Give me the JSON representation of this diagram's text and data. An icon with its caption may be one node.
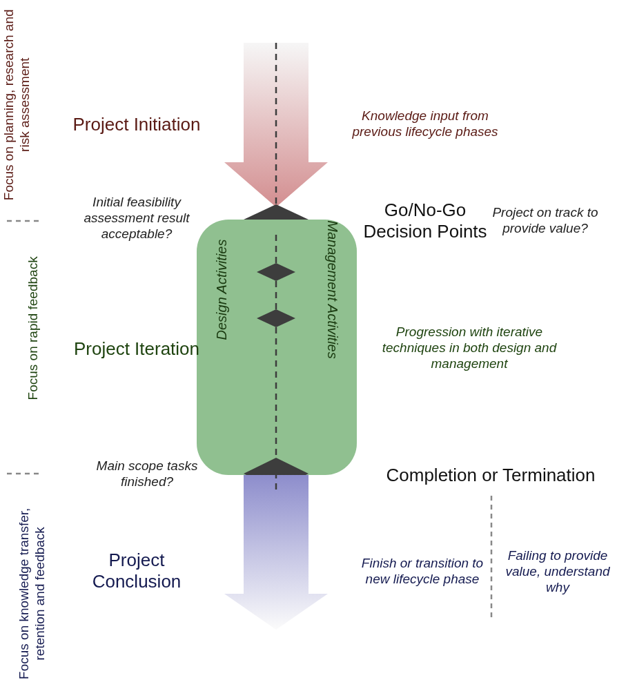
{
  "diagram": {
    "nodes": [
      {
        "text": [],
        "shape": "arrow"
      },
      {
        "text": [],
        "shape": "diamond"
      },
      {
        "text": [
          "Design Activities",
          "Management Activities"
        ]
      },
      {
        "text": [],
        "shape": "diamond",
        "in": 2
      },
      {
        "text": [],
        "shape": "diamond",
        "in": 2
      },
      {
        "text": [],
        "shape": "diamond"
      },
      {
        "text": [],
        "shape": "arrow"
      }
    ],
    "edges": [
      {
        "from": 0,
        "to": 1,
        "arrow": "none",
        "style": "dashed"
      },
      {
        "from": 1,
        "to": 3,
        "arrow": "none",
        "style": "dashed"
      },
      {
        "from": 3,
        "to": 4,
        "arrow": "none",
        "style": "dashed"
      },
      {
        "from": 4,
        "to": 5,
        "arrow": "none",
        "style": "dashed"
      },
      {
        "from": 5,
        "to": 6,
        "arrow": "none",
        "style": "dashed"
      }
    ],
    "labels": [
      "Focus on planning, research and risk assessment",
      "Project Initiation",
      "Knowledge input from previous lifecycle phases",
      "Initial feasibility assessment result acceptable?",
      "Go/No-Go Decision Points",
      "Project on track to provide value?",
      "Focus on rapid feedback",
      "Project Iteration",
      "Progression with iterative techniques in both design and management",
      "Main scope tasks finished?",
      "Completion or Termination",
      "Focus on knowledge transfer, retention and feedback",
      "Project Conclusion",
      "Finish or transition to new lifecycle phase",
      "Failing to provide value, understand why"
    ]
  }
}
